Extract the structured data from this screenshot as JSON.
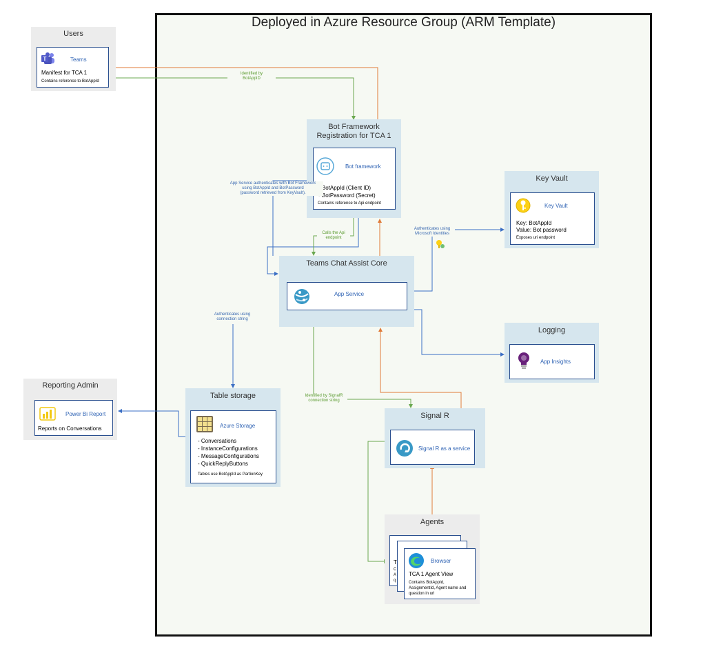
{
  "title": "Deployed in Azure Resource Group (ARM Template)",
  "colors": {
    "green": "#6aa84f",
    "orange": "#e07b39",
    "blue": "#3b6fc4",
    "group_fill": "#d6e6ee",
    "container_fill": "#f6f9f3"
  },
  "users": {
    "title": "Users",
    "card_title": "Teams",
    "line1": "Manifest for TCA 1",
    "line2": "Contains reference to BotAppId",
    "icon": "teams-icon"
  },
  "bot": {
    "title_line1": "Bot Framework",
    "title_line2": "Registration for TCA 1",
    "card_title": "Bot framework",
    "line1": "- BotAppId (Client ID)",
    "line2": "- BotPassword (Secret)",
    "line3": "Contains reference to Api endpoint",
    "icon": "bot-icon"
  },
  "keyvault": {
    "title": "Key Vault",
    "card_title": "Key Vault",
    "line1": "Key: BotAppId",
    "line2": "Value: Bot password",
    "line3": "Exposes uri endpoint",
    "icon": "key-icon"
  },
  "core": {
    "title": "Teams Chat Assist Core",
    "card_title": "App Service",
    "icon": "app-service-icon"
  },
  "logging": {
    "title": "Logging",
    "card_title": "App Insights",
    "icon": "lightbulb-icon"
  },
  "reporting": {
    "title": "Reporting Admin",
    "card_title": "Power Bi Report",
    "line1": "Reports on Conversations",
    "icon": "power-bi-icon"
  },
  "storage": {
    "title": "Table storage",
    "card_title": "Azure Storage",
    "items": [
      "- Conversations",
      "- InstanceConfigurations",
      "- MessageConfigurations",
      "- QuickReplyButtons"
    ],
    "note": "Tables use BotAppId as PartionKey",
    "icon": "storage-icon"
  },
  "signalr": {
    "title": "Signal R",
    "card_title": "Signal R as a service",
    "icon": "signalr-icon"
  },
  "agents": {
    "title": "Agents",
    "card_title": "Browser",
    "line1": "TCA 1 Agent View",
    "line2": "Contains BotAppId,",
    "line3": "AssignmentId, Agent name and",
    "line4": "question in url",
    "back_char1": "T",
    "back_char2": "C",
    "back_char3": "A",
    "back_char4": "q",
    "icon": "edge-browser-icon"
  },
  "labels": {
    "identified_by_1": "Identified by",
    "identified_by_2": "BotAppID",
    "app_auth_1": "App Service authenticates with Bot Framework",
    "app_auth_2": "using BotAppId and BotPassword",
    "app_auth_3": "(password retrieved from KeyVault).",
    "calls_api_1": "Calls the Api",
    "calls_api_2": "endpoint",
    "ms_auth_1": "Authenticates using",
    "ms_auth_2": "Microsoft Identities",
    "conn_auth_1": "Authenticates using",
    "conn_auth_2": "connection string",
    "signalr_id_1": "Identified by SignalR",
    "signalr_id_2": "connection string"
  }
}
